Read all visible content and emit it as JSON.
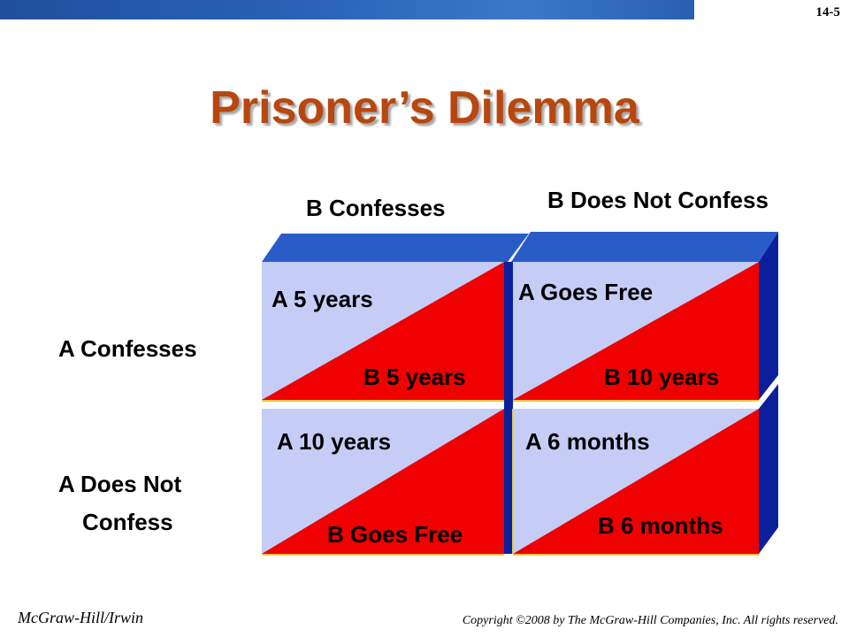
{
  "slide_number": "14-5",
  "title": "Prisoner’s Dilemma",
  "columns": [
    "B Confesses",
    "B Does Not Confess"
  ],
  "rows": {
    "a_confesses": "A Confesses",
    "a_not_line1": "A Does Not",
    "a_not_line2": "Confess"
  },
  "cells": {
    "r1c1": {
      "a": "A  5 years",
      "b": "B 5 years"
    },
    "r1c2": {
      "a": "A Goes Free",
      "b": "B 10 years"
    },
    "r2c1": {
      "a": "A  10 years",
      "b": "B Goes Free"
    },
    "r2c2": {
      "a": "A  6 months",
      "b": "B 6 months"
    }
  },
  "colors": {
    "box_top": "#2a5cc8",
    "box_side": "#0b1f9a",
    "cell_light": "#c5cdf7",
    "cell_red": "#f00000",
    "title": "#b8470f"
  },
  "footer": {
    "publisher": "McGraw-Hill/Irwin",
    "copyright": "Copyright ©2008 by The McGraw-Hill Companies, Inc. All rights reserved."
  }
}
